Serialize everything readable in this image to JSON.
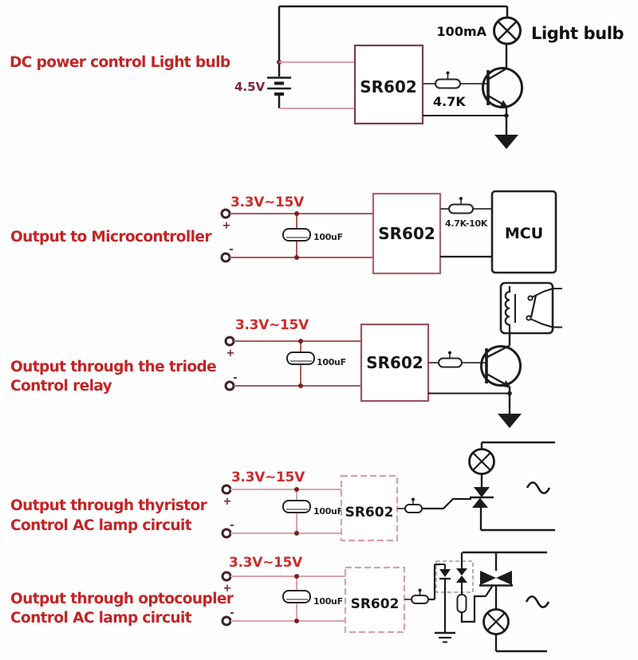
{
  "symbols": {
    "plus": "+",
    "minus": "-"
  },
  "colors": {
    "heading_red": "#c32424",
    "value_red": "#cf2b2b",
    "battery_red": "#7c2737",
    "wire_pink": "#dba3ab",
    "wire_red": "#a85b5b",
    "junction_dark_red": "#7a2020",
    "ink": "#1b1b1b",
    "box_maroon": "#7d3b47",
    "box_pink": "#d99fa9"
  },
  "sections": {
    "s1": {
      "heading": "DC power control Light bulb",
      "voltage": "4.5V",
      "module": "SR602",
      "resistor": "4.7K",
      "current": "100mA",
      "load": "Light bulb"
    },
    "s2": {
      "heading": "Output to Microcontroller",
      "voltage": "3.3V~15V",
      "capacitor": "100uF",
      "module": "SR602",
      "resistor": "4.7K-10K",
      "target": "MCU"
    },
    "s3": {
      "heading_line1": "Output through the triode",
      "heading_line2": "Control relay",
      "voltage": "3.3V~15V",
      "capacitor": "100uF",
      "module": "SR602"
    },
    "s4": {
      "heading_line1": "Output through thyristor",
      "heading_line2": "Control AC lamp circuit",
      "voltage": "3.3V~15V",
      "capacitor": "100uF",
      "module": "SR602"
    },
    "s5": {
      "heading_line1": "Output through optocoupler",
      "heading_line2": "Control AC lamp circuit",
      "voltage": "3.3V~15V",
      "capacitor": "100uF",
      "module": "SR602"
    }
  }
}
